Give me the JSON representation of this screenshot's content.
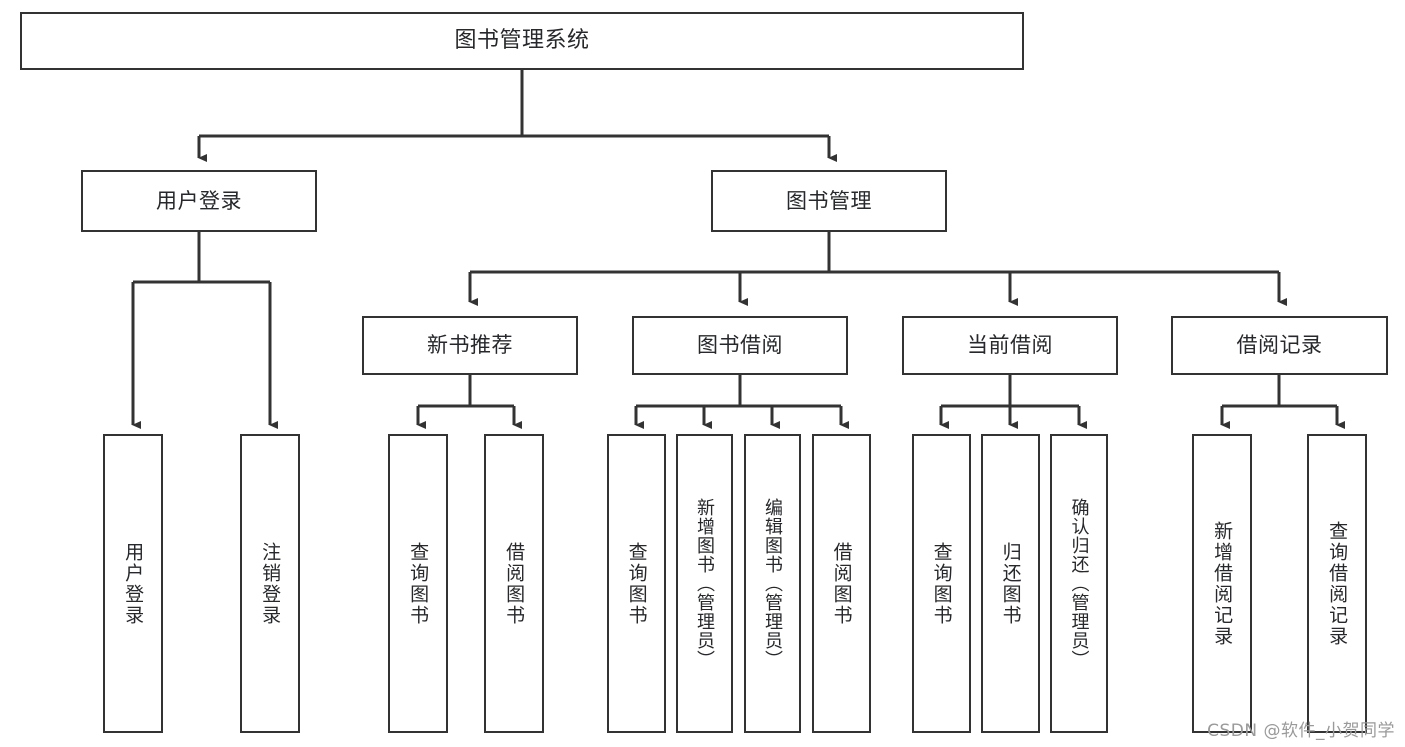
{
  "diagram": {
    "title": "图书管理系统",
    "type": "tree-hierarchy",
    "root": {
      "label": "图书管理系统"
    },
    "level2": [
      {
        "label": "用户登录"
      },
      {
        "label": "图书管理"
      }
    ],
    "level3": [
      {
        "label": "新书推荐"
      },
      {
        "label": "图书借阅"
      },
      {
        "label": "当前借阅"
      },
      {
        "label": "借阅记录"
      }
    ],
    "leaves": {
      "user_login": [
        {
          "label": "用户登录"
        },
        {
          "label": "注销登录"
        }
      ],
      "new_book_recommend": [
        {
          "label": "查询图书"
        },
        {
          "label": "借阅图书"
        }
      ],
      "book_borrow": [
        {
          "label": "查询图书"
        },
        {
          "label": "新增图书（管理员）"
        },
        {
          "label": "编辑图书（管理员）"
        },
        {
          "label": "借阅图书"
        }
      ],
      "current_borrow": [
        {
          "label": "查询图书"
        },
        {
          "label": "归还图书"
        },
        {
          "label": "确认归还（管理员）"
        }
      ],
      "borrow_record": [
        {
          "label": "新增借阅记录"
        },
        {
          "label": "查询借阅记录"
        }
      ]
    }
  },
  "watermark": {
    "text": "CSDN @软件_小贺同学"
  },
  "colors": {
    "stroke": "#333333",
    "text": "#26282b",
    "background": "#ffffff",
    "watermark": "#9a9a9a"
  }
}
